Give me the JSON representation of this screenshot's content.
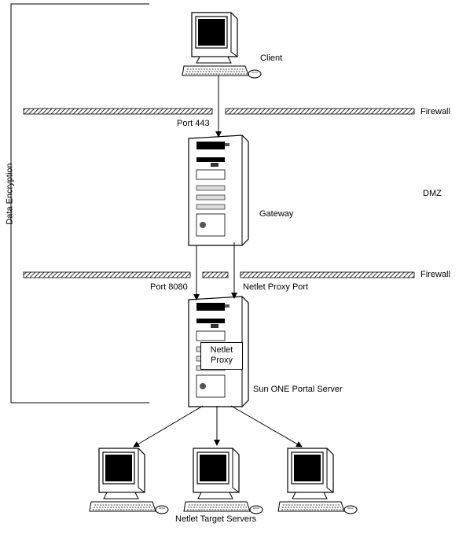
{
  "labels": {
    "client": "Client",
    "firewall_top": "Firewall",
    "port_443": "Port 443",
    "dmz": "DMZ",
    "gateway": "Gateway",
    "firewall_bottom": "Firewall",
    "port_8080": "Port 8080",
    "netlet_proxy_port": "Netlet Proxy Port",
    "netlet_proxy_line1": "Netlet",
    "netlet_proxy_line2": "Proxy",
    "portal_server": "Sun ONE Portal Server",
    "data_encryption": "Data Encryption",
    "target_servers": "Netlet Target Servers"
  }
}
